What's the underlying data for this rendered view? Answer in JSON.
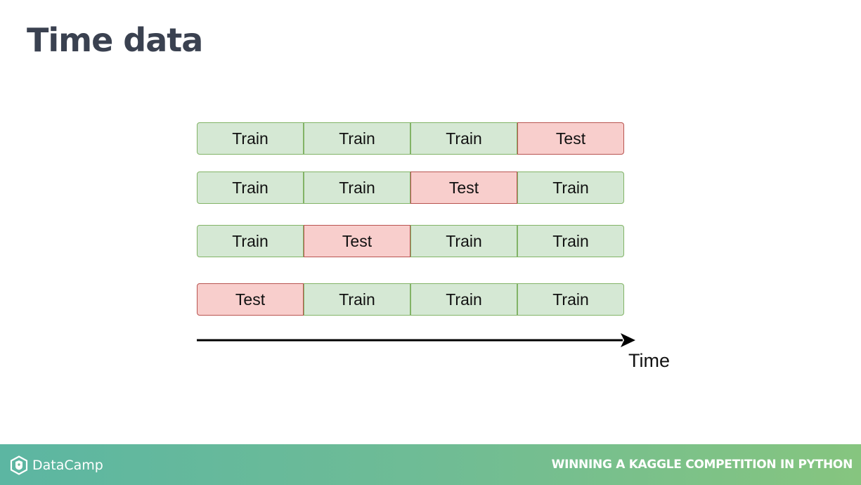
{
  "slide": {
    "title": "Time data"
  },
  "diagram": {
    "rows": [
      {
        "cells": [
          "Train",
          "Train",
          "Train",
          "Test"
        ]
      },
      {
        "cells": [
          "Train",
          "Train",
          "Test",
          "Train"
        ]
      },
      {
        "cells": [
          "Train",
          "Test",
          "Train",
          "Train"
        ]
      },
      {
        "cells": [
          "Test",
          "Train",
          "Train",
          "Train"
        ]
      }
    ],
    "axis_label": "Time",
    "colors": {
      "train_fill": "#d5e8d4",
      "train_border": "#82b366",
      "test_fill": "#f8cecc",
      "test_border": "#b85450"
    }
  },
  "footer": {
    "brand": "DataCamp",
    "brand_icon": "datacamp-logo-icon",
    "course": "WINNING A KAGGLE COMPETITION IN PYTHON"
  }
}
